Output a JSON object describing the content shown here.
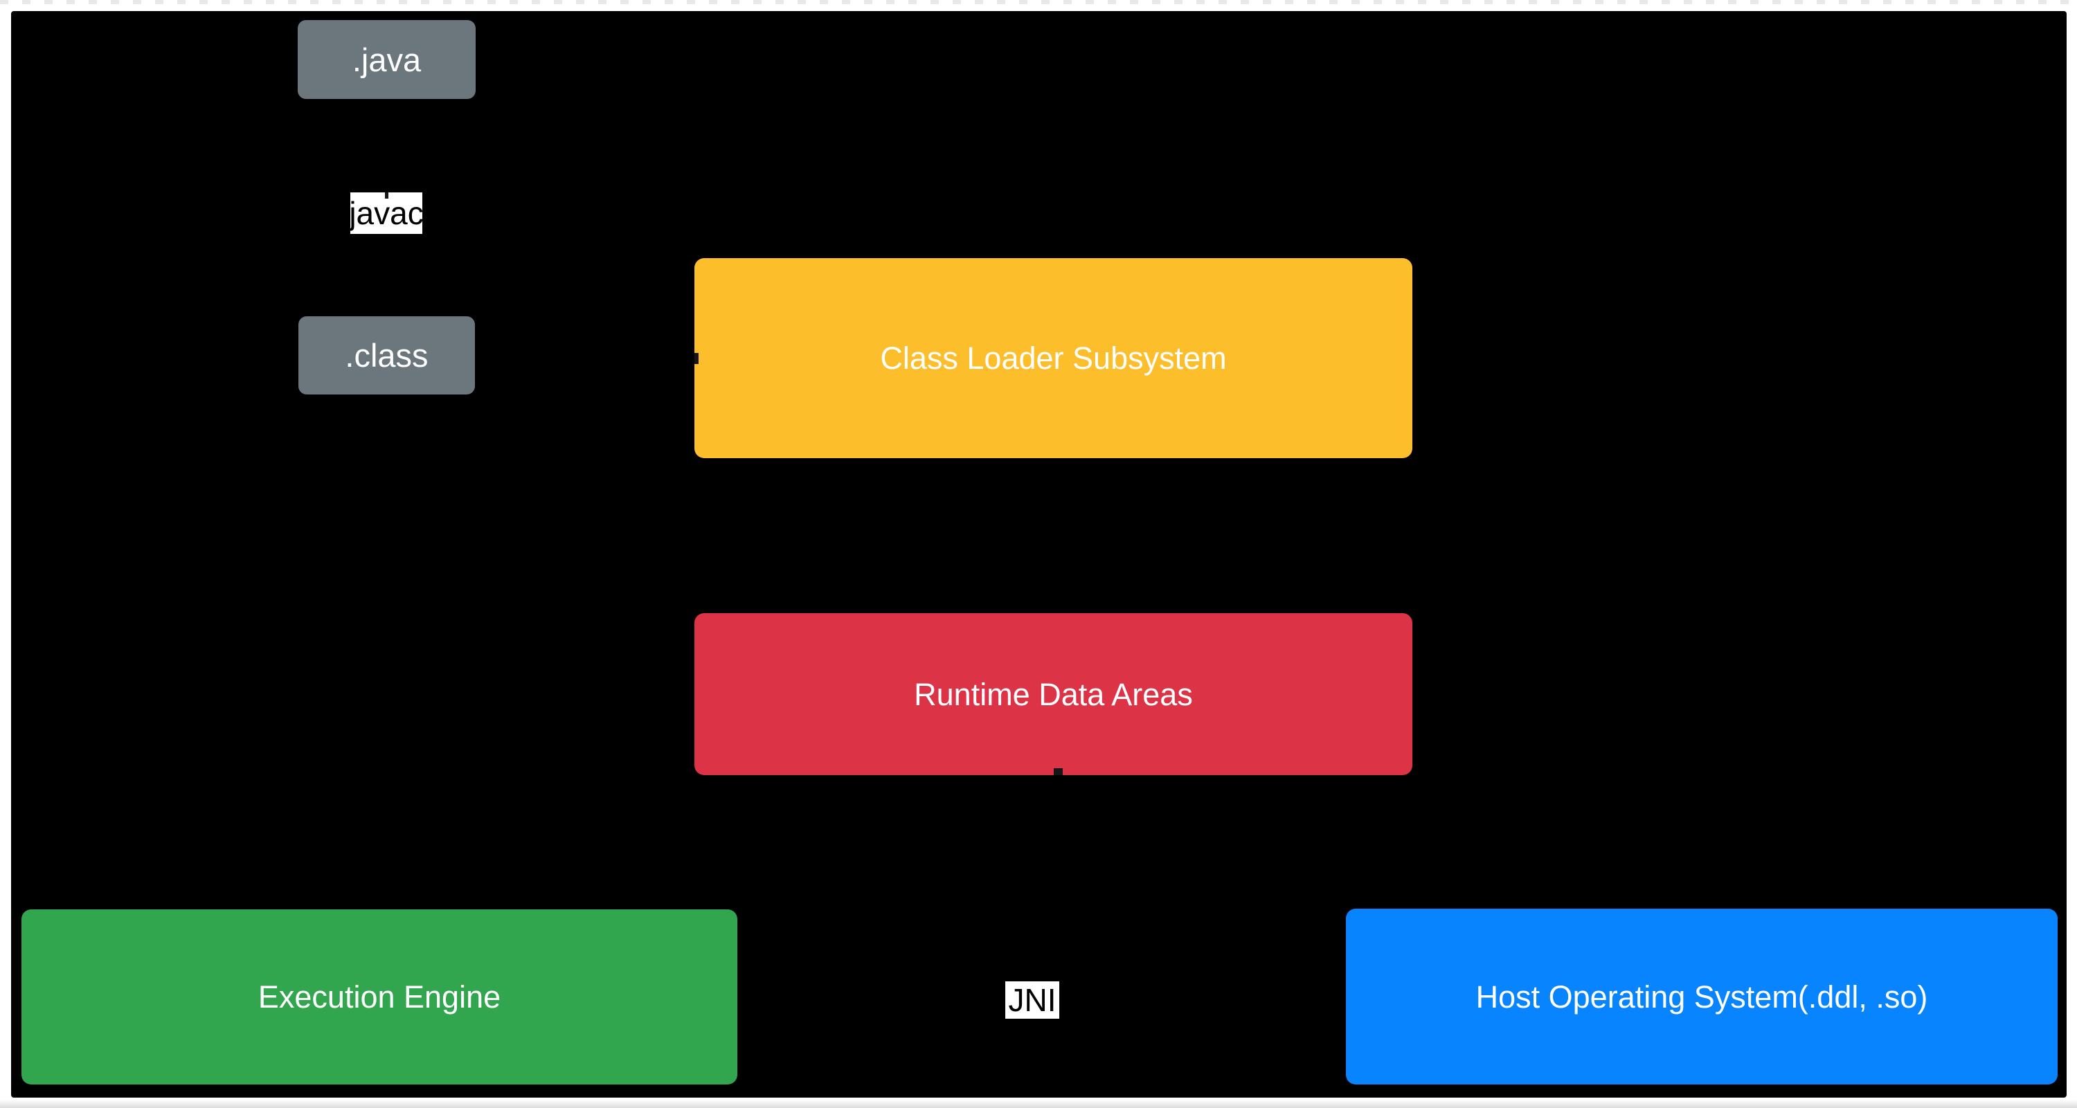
{
  "page": {
    "background": "#ffffff",
    "canvas_color": "#000000"
  },
  "diagram": {
    "title": "JVM architecture flowchart",
    "nodes": {
      "java_file": {
        "label": ".java",
        "color": "#6b767d",
        "text_color": "#ffffff"
      },
      "class_file": {
        "label": ".class",
        "color": "#6b767d",
        "text_color": "#ffffff"
      },
      "class_loader": {
        "label": "Class Loader Subsystem",
        "color": "#fdbe2c",
        "text_color": "#ffffff"
      },
      "runtime_data": {
        "label": "Runtime Data Areas",
        "color": "#dc3347",
        "text_color": "#ffffff"
      },
      "execution_engine": {
        "label": "Execution Engine",
        "color": "#32a64e",
        "text_color": "#ffffff"
      },
      "host_os": {
        "label": "Host Operating System(.ddl, .so)",
        "color": "#0884fe",
        "text_color": "#ffffff"
      }
    },
    "edge_labels": {
      "javac": {
        "label": "javac",
        "background": "#ffffff",
        "text_color": "#000000"
      },
      "jni": {
        "label": "JNI",
        "background": "#ffffff",
        "text_color": "#000000"
      }
    }
  }
}
